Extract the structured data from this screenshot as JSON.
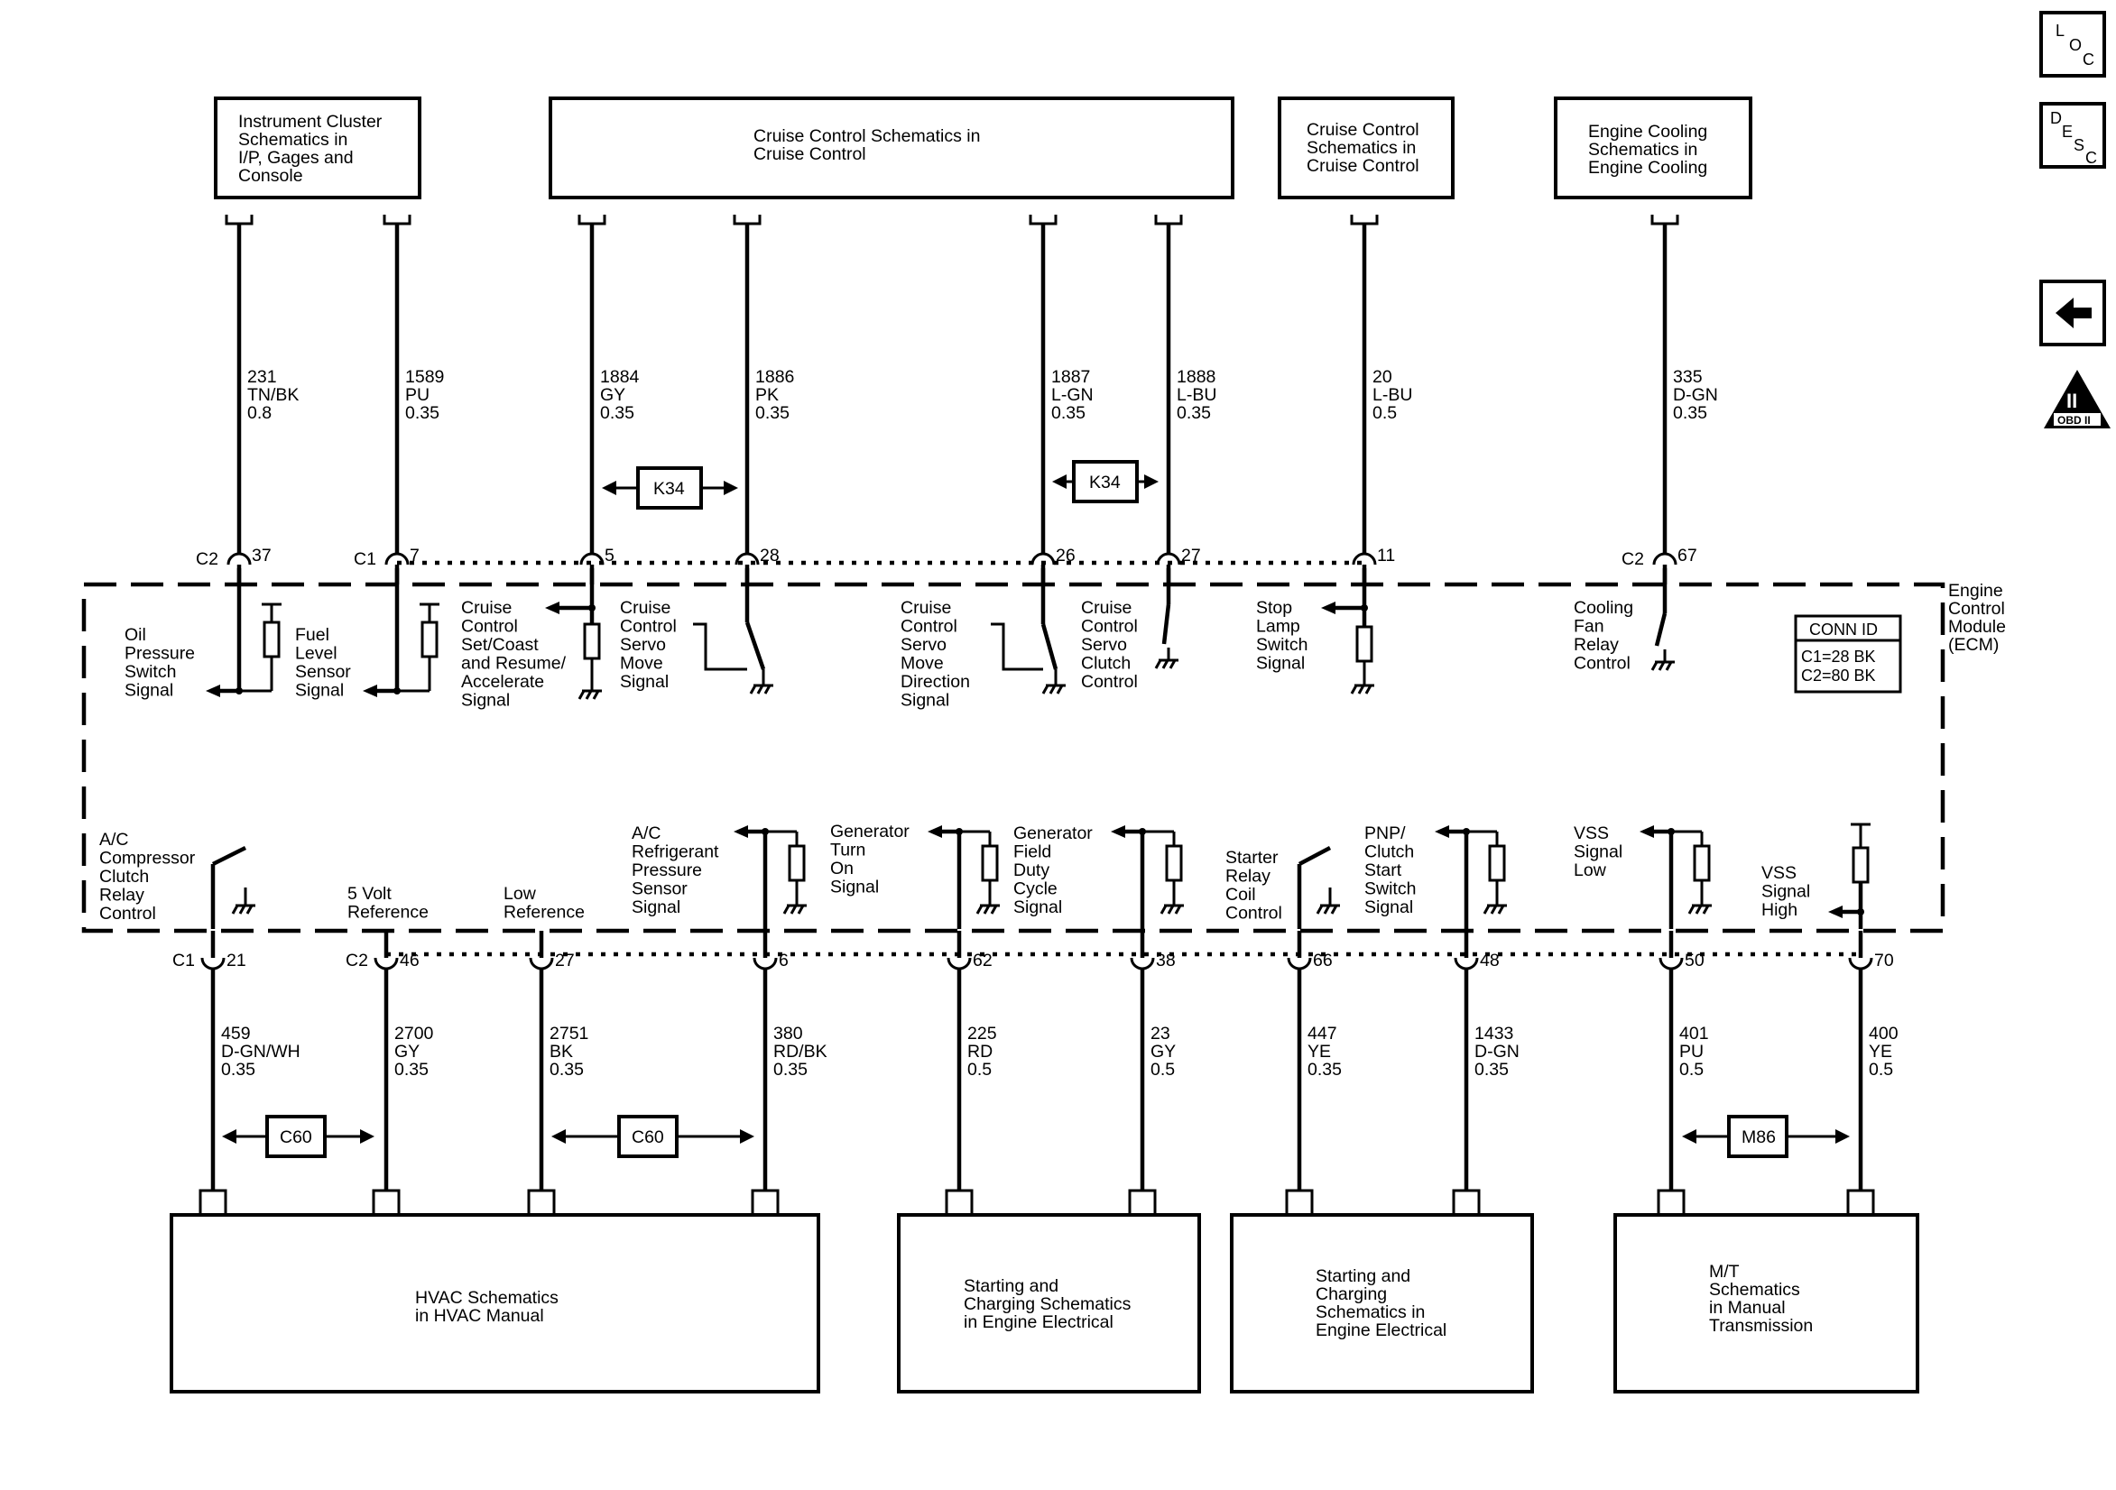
{
  "top_boxes": [
    {
      "id": "ic",
      "lines": [
        "Instrument Cluster",
        "Schematics in",
        "I/P, Gages and",
        "Console"
      ]
    },
    {
      "id": "cc1",
      "lines": [
        "Cruise Control Schematics in",
        "Cruise Control"
      ]
    },
    {
      "id": "cc2",
      "lines": [
        "Cruise Control",
        "Schematics in",
        "Cruise Control"
      ]
    },
    {
      "id": "ec",
      "lines": [
        "Engine Cooling",
        "Schematics in",
        "Engine Cooling"
      ]
    }
  ],
  "bottom_boxes": [
    {
      "id": "hvac",
      "lines": [
        "HVAC Schematics",
        "in HVAC Manual"
      ]
    },
    {
      "id": "sc1",
      "lines": [
        "Starting and",
        "Charging Schematics",
        "in Engine Electrical"
      ]
    },
    {
      "id": "sc2",
      "lines": [
        "Starting and",
        "Charging",
        "Schematics in",
        "Engine Electrical"
      ]
    },
    {
      "id": "mt",
      "lines": [
        "M/T",
        "Schematics",
        "in Manual",
        "Transmission"
      ]
    }
  ],
  "top_wires": [
    {
      "circuit": "231",
      "color": "TN/BK",
      "size": "0.8",
      "conn": "C2",
      "pin": "37",
      "func": [
        "Oil",
        "Pressure",
        "Switch",
        "Signal"
      ]
    },
    {
      "circuit": "1589",
      "color": "PU",
      "size": "0.35",
      "conn": "C1",
      "pin": "7",
      "func": [
        "Fuel",
        "Level",
        "Sensor",
        "Signal"
      ]
    },
    {
      "circuit": "1884",
      "color": "GY",
      "size": "0.35",
      "conn": "",
      "pin": "5",
      "func": [
        "Cruise",
        "Control",
        "Set/Coast",
        "and Resume/",
        "Accelerate",
        "Signal"
      ]
    },
    {
      "circuit": "1886",
      "color": "PK",
      "size": "0.35",
      "conn": "",
      "pin": "28",
      "func": [
        "Cruise",
        "Control",
        "Servo",
        "Move",
        "Signal"
      ]
    },
    {
      "circuit": "1887",
      "color": "L-GN",
      "size": "0.35",
      "conn": "",
      "pin": "26",
      "func": [
        "Cruise",
        "Control",
        "Servo",
        "Move",
        "Direction",
        "Signal"
      ]
    },
    {
      "circuit": "1888",
      "color": "L-BU",
      "size": "0.35",
      "conn": "",
      "pin": "27",
      "func": [
        "Cruise",
        "Control",
        "Servo",
        "Clutch",
        "Control"
      ]
    },
    {
      "circuit": "20",
      "color": "L-BU",
      "size": "0.5",
      "conn": "",
      "pin": "11",
      "func": [
        "Stop",
        "Lamp",
        "Switch",
        "Signal"
      ]
    },
    {
      "circuit": "335",
      "color": "D-GN",
      "size": "0.35",
      "conn": "C2",
      "pin": "67",
      "func": [
        "Cooling",
        "Fan",
        "Relay",
        "Control"
      ]
    }
  ],
  "bottom_wires": [
    {
      "circuit": "459",
      "color": "D-GN/WH",
      "size": "0.35",
      "conn": "C1",
      "pin": "21",
      "func": [
        "A/C",
        "Compressor",
        "Clutch",
        "Relay",
        "Control"
      ]
    },
    {
      "circuit": "2700",
      "color": "GY",
      "size": "0.35",
      "conn": "C2",
      "pin": "46",
      "func": [
        "5 Volt",
        "Reference"
      ]
    },
    {
      "circuit": "2751",
      "color": "BK",
      "size": "0.35",
      "conn": "",
      "pin": "27",
      "func": [
        "Low",
        "Reference"
      ]
    },
    {
      "circuit": "380",
      "color": "RD/BK",
      "size": "0.35",
      "conn": "",
      "pin": "6",
      "func": [
        "A/C",
        "Refrigerant",
        "Pressure",
        "Sensor",
        "Signal"
      ]
    },
    {
      "circuit": "225",
      "color": "RD",
      "size": "0.5",
      "conn": "",
      "pin": "62",
      "func": [
        "Generator",
        "Turn",
        "On",
        "Signal"
      ]
    },
    {
      "circuit": "23",
      "color": "GY",
      "size": "0.5",
      "conn": "",
      "pin": "38",
      "func": [
        "Generator",
        "Field",
        "Duty",
        "Cycle",
        "Signal"
      ]
    },
    {
      "circuit": "447",
      "color": "YE",
      "size": "0.35",
      "conn": "",
      "pin": "66",
      "func": [
        "Starter",
        "Relay",
        "Coil",
        "Control"
      ]
    },
    {
      "circuit": "1433",
      "color": "D-GN",
      "size": "0.35",
      "conn": "",
      "pin": "48",
      "func": [
        "PNP/",
        "Clutch",
        "Start",
        "Switch",
        "Signal"
      ]
    },
    {
      "circuit": "401",
      "color": "PU",
      "size": "0.5",
      "conn": "",
      "pin": "50",
      "func": [
        "VSS",
        "Signal",
        "Low"
      ]
    },
    {
      "circuit": "400",
      "color": "YE",
      "size": "0.5",
      "conn": "",
      "pin": "70",
      "func": [
        "VSS",
        "Signal",
        "High"
      ]
    }
  ],
  "options": [
    "K34",
    "K34",
    "C60",
    "C60",
    "M86"
  ],
  "ecm_label": [
    "Engine",
    "Control",
    "Module",
    "(ECM)"
  ],
  "conn_id": {
    "title": "CONN ID",
    "c1": "C1=28 BK",
    "c2": "C2=80 BK"
  },
  "side_icons": {
    "loc": [
      "L",
      "O",
      "C"
    ],
    "desc": [
      "D",
      "E",
      "S",
      "C"
    ],
    "obd": [
      "II",
      "OBD II"
    ]
  }
}
